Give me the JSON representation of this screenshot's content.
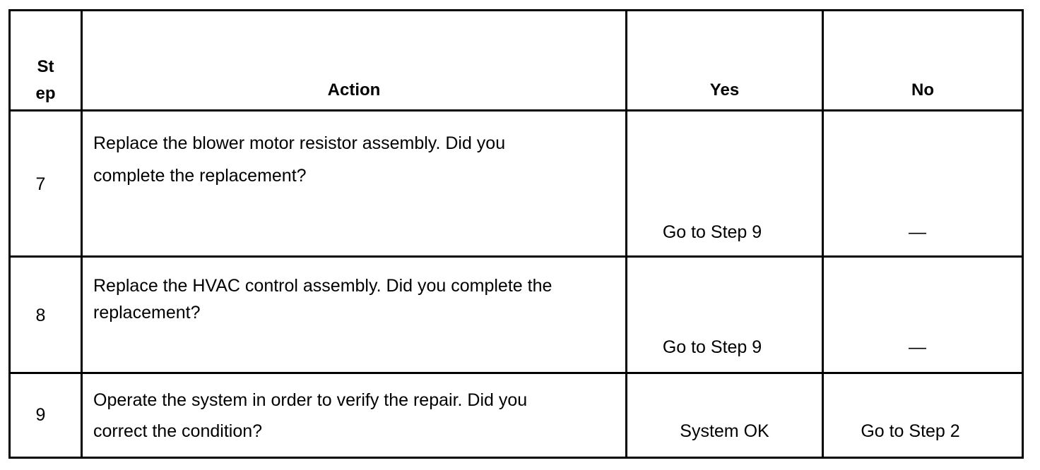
{
  "header": {
    "step_line1": "St",
    "step_line2": "ep",
    "action": "Action",
    "yes": "Yes",
    "no": "No"
  },
  "rows": [
    {
      "step": "7",
      "action_line1": "Replace the blower motor resistor assembly. Did you",
      "action_line2": "complete the replacement?",
      "yes": "Go to Step 9",
      "no": "—"
    },
    {
      "step": "8",
      "action_line1": "Replace the HVAC control assembly. Did you complete the",
      "action_line2": "replacement?",
      "yes": "Go to Step 9",
      "no": "—"
    },
    {
      "step": "9",
      "action_line1": "Operate the system in order to verify the repair. Did you",
      "action_line2": "correct the condition?",
      "yes": "System OK",
      "no": "Go to Step 2"
    }
  ]
}
